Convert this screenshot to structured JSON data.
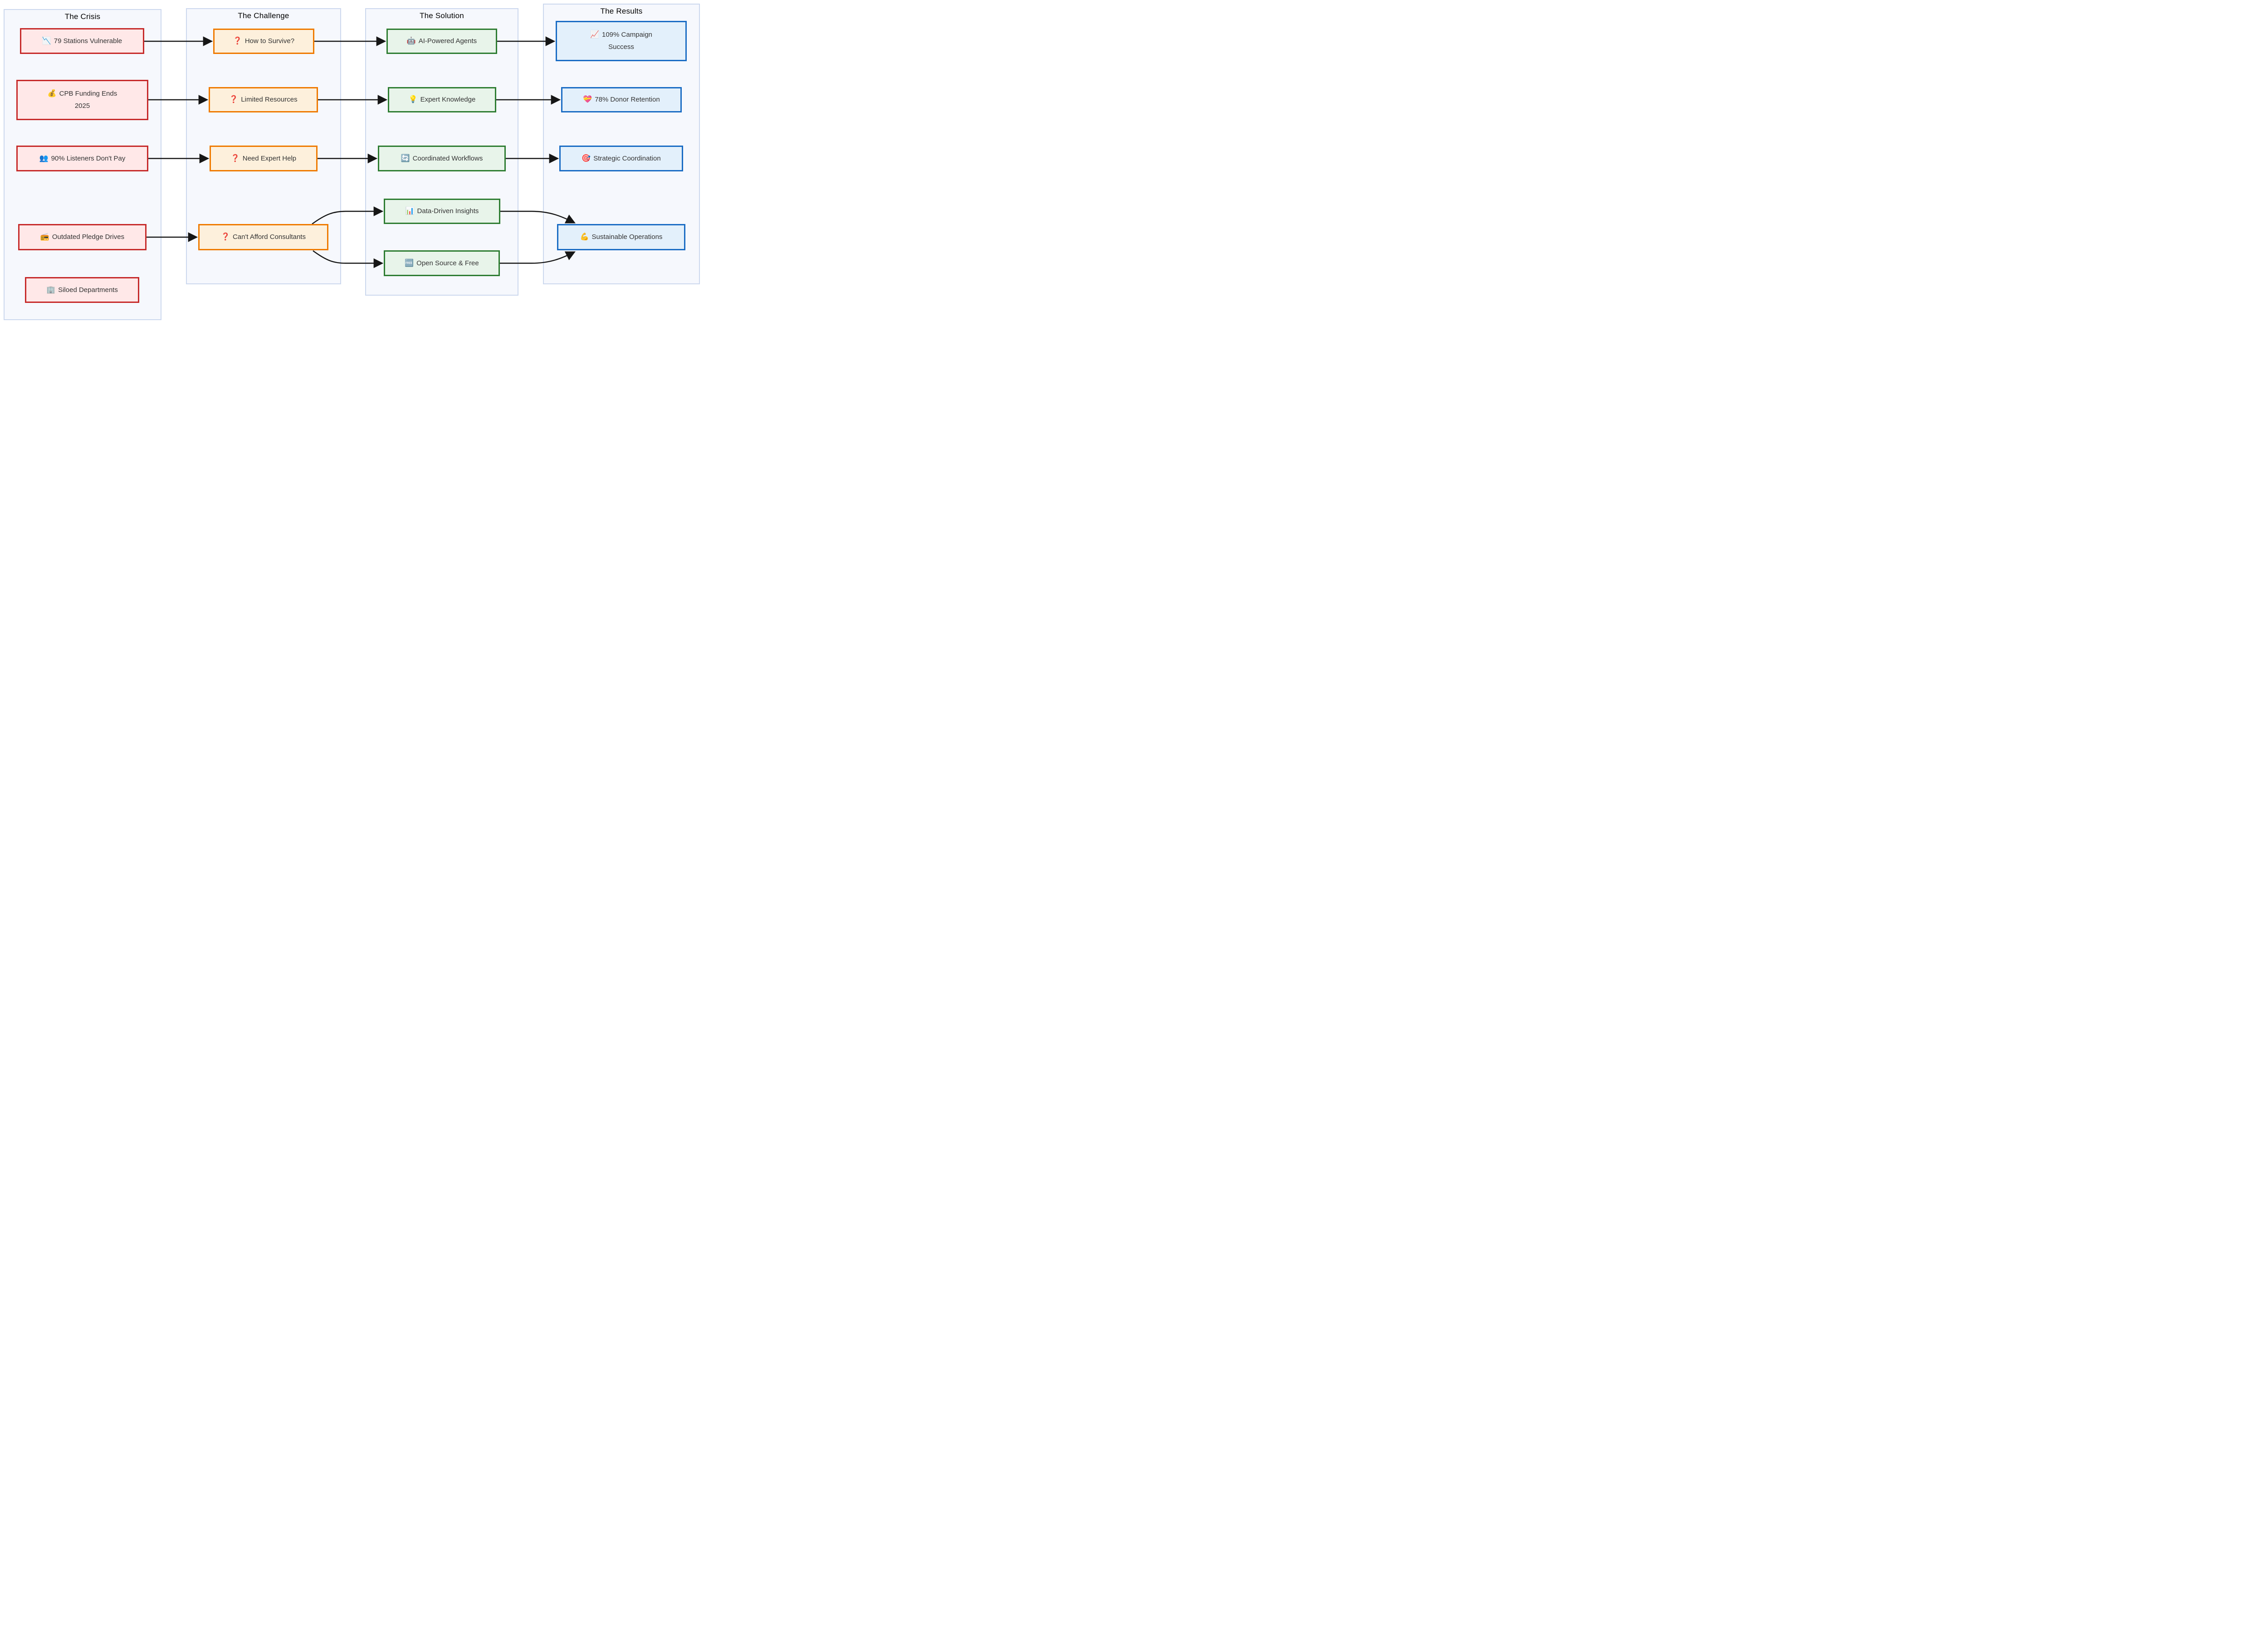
{
  "palette": {
    "page_background": "#ffffff",
    "column_fill": "#f6f8fd",
    "column_stroke": "#ccd8ee",
    "crisis_fill": "#ffe8e8",
    "crisis_stroke": "#c62a2a",
    "challenge_fill": "#fdf0dc",
    "challenge_stroke": "#ef7a00",
    "solution_fill": "#e8f4ea",
    "solution_stroke": "#2e7d32",
    "results_fill": "#e3f0fb",
    "results_stroke": "#1a6cc4",
    "edge_color": "#161616",
    "node_text_color": "#333333",
    "title_text_color": "#000000"
  },
  "columns": [
    {
      "id": "crisis",
      "title": "The Crisis",
      "nodes": [
        {
          "id": "c1",
          "icon": "📉",
          "icon_name": "chart-decreasing-icon",
          "label": "79 Stations Vulnerable"
        },
        {
          "id": "c2",
          "icon": "💰",
          "icon_name": "money-bag-icon",
          "label": "CPB Funding Ends\n2025"
        },
        {
          "id": "c3",
          "icon": "👥",
          "icon_name": "busts-in-silhouette-icon",
          "label": "90% Listeners Don't Pay"
        },
        {
          "id": "c4",
          "icon": "📻",
          "icon_name": "radio-icon",
          "label": "Outdated Pledge Drives"
        },
        {
          "id": "c5",
          "icon": "🏢",
          "icon_name": "office-building-icon",
          "label": "Siloed Departments"
        }
      ]
    },
    {
      "id": "challenge",
      "title": "The Challenge",
      "nodes": [
        {
          "id": "ch1",
          "icon": "❓",
          "icon_name": "question-mark-icon",
          "label": "How to Survive?"
        },
        {
          "id": "ch2",
          "icon": "❓",
          "icon_name": "question-mark-icon",
          "label": "Limited Resources"
        },
        {
          "id": "ch3",
          "icon": "❓",
          "icon_name": "question-mark-icon",
          "label": "Need Expert Help"
        },
        {
          "id": "ch4",
          "icon": "❓",
          "icon_name": "question-mark-icon",
          "label": "Can't Afford Consultants"
        }
      ]
    },
    {
      "id": "solution",
      "title": "The Solution",
      "nodes": [
        {
          "id": "s1",
          "icon": "🤖",
          "icon_name": "robot-icon",
          "label": "AI-Powered Agents"
        },
        {
          "id": "s2",
          "icon": "💡",
          "icon_name": "light-bulb-icon",
          "label": "Expert Knowledge"
        },
        {
          "id": "s3",
          "icon": "🔄",
          "icon_name": "counterclockwise-arrows-icon",
          "label": "Coordinated Workflows"
        },
        {
          "id": "s4",
          "icon": "📊",
          "icon_name": "bar-chart-icon",
          "label": "Data-Driven Insights"
        },
        {
          "id": "s5",
          "icon": "🆓",
          "icon_name": "free-button-icon",
          "label": "Open Source & Free"
        }
      ]
    },
    {
      "id": "results",
      "title": "The Results",
      "nodes": [
        {
          "id": "r1",
          "icon": "📈",
          "icon_name": "chart-increasing-icon",
          "label": "109% Campaign\nSuccess"
        },
        {
          "id": "r2",
          "icon": "💝",
          "icon_name": "heart-with-ribbon-icon",
          "label": "78% Donor Retention"
        },
        {
          "id": "r3",
          "icon": "🎯",
          "icon_name": "direct-hit-icon",
          "label": "Strategic Coordination"
        },
        {
          "id": "r4",
          "icon": "💪",
          "icon_name": "flexed-biceps-icon",
          "label": "Sustainable Operations"
        }
      ]
    }
  ],
  "edges": [
    {
      "from": "c1",
      "to": "ch1"
    },
    {
      "from": "c2",
      "to": "ch2"
    },
    {
      "from": "c3",
      "to": "ch3"
    },
    {
      "from": "c4",
      "to": "ch4"
    },
    {
      "from": "ch1",
      "to": "s1"
    },
    {
      "from": "ch2",
      "to": "s2"
    },
    {
      "from": "ch3",
      "to": "s3"
    },
    {
      "from": "ch4",
      "to": "s4"
    },
    {
      "from": "ch4",
      "to": "s5"
    },
    {
      "from": "s1",
      "to": "r1"
    },
    {
      "from": "s2",
      "to": "r2"
    },
    {
      "from": "s3",
      "to": "r3"
    },
    {
      "from": "s4",
      "to": "r4"
    },
    {
      "from": "s5",
      "to": "r4"
    }
  ]
}
